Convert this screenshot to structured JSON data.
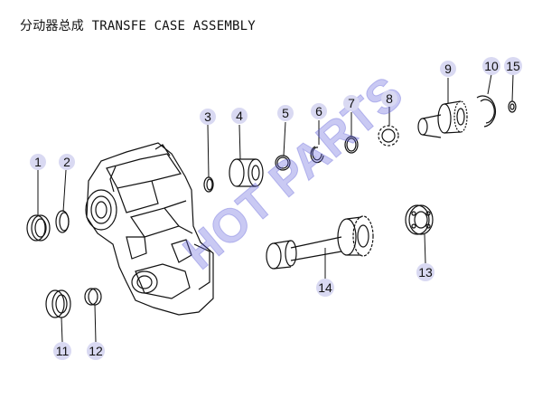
{
  "title": "分动器总成 TRANSFE CASE ASSEMBLY",
  "watermark": "HOT PARTS",
  "callouts": [
    {
      "id": "c1",
      "label": "1"
    },
    {
      "id": "c2",
      "label": "2"
    },
    {
      "id": "c3",
      "label": "3"
    },
    {
      "id": "c4",
      "label": "4"
    },
    {
      "id": "c5",
      "label": "5"
    },
    {
      "id": "c6",
      "label": "6"
    },
    {
      "id": "c7",
      "label": "7"
    },
    {
      "id": "c8",
      "label": "8"
    },
    {
      "id": "c9",
      "label": "9"
    },
    {
      "id": "c10",
      "label": "10"
    },
    {
      "id": "c11",
      "label": "11"
    },
    {
      "id": "c12",
      "label": "12"
    },
    {
      "id": "c13",
      "label": "13"
    },
    {
      "id": "c14",
      "label": "14"
    },
    {
      "id": "c15",
      "label": "15"
    }
  ],
  "colors": {
    "callout_bubble": "#d9d9f2",
    "watermark": "#5b5bd6",
    "line": "#111111"
  }
}
